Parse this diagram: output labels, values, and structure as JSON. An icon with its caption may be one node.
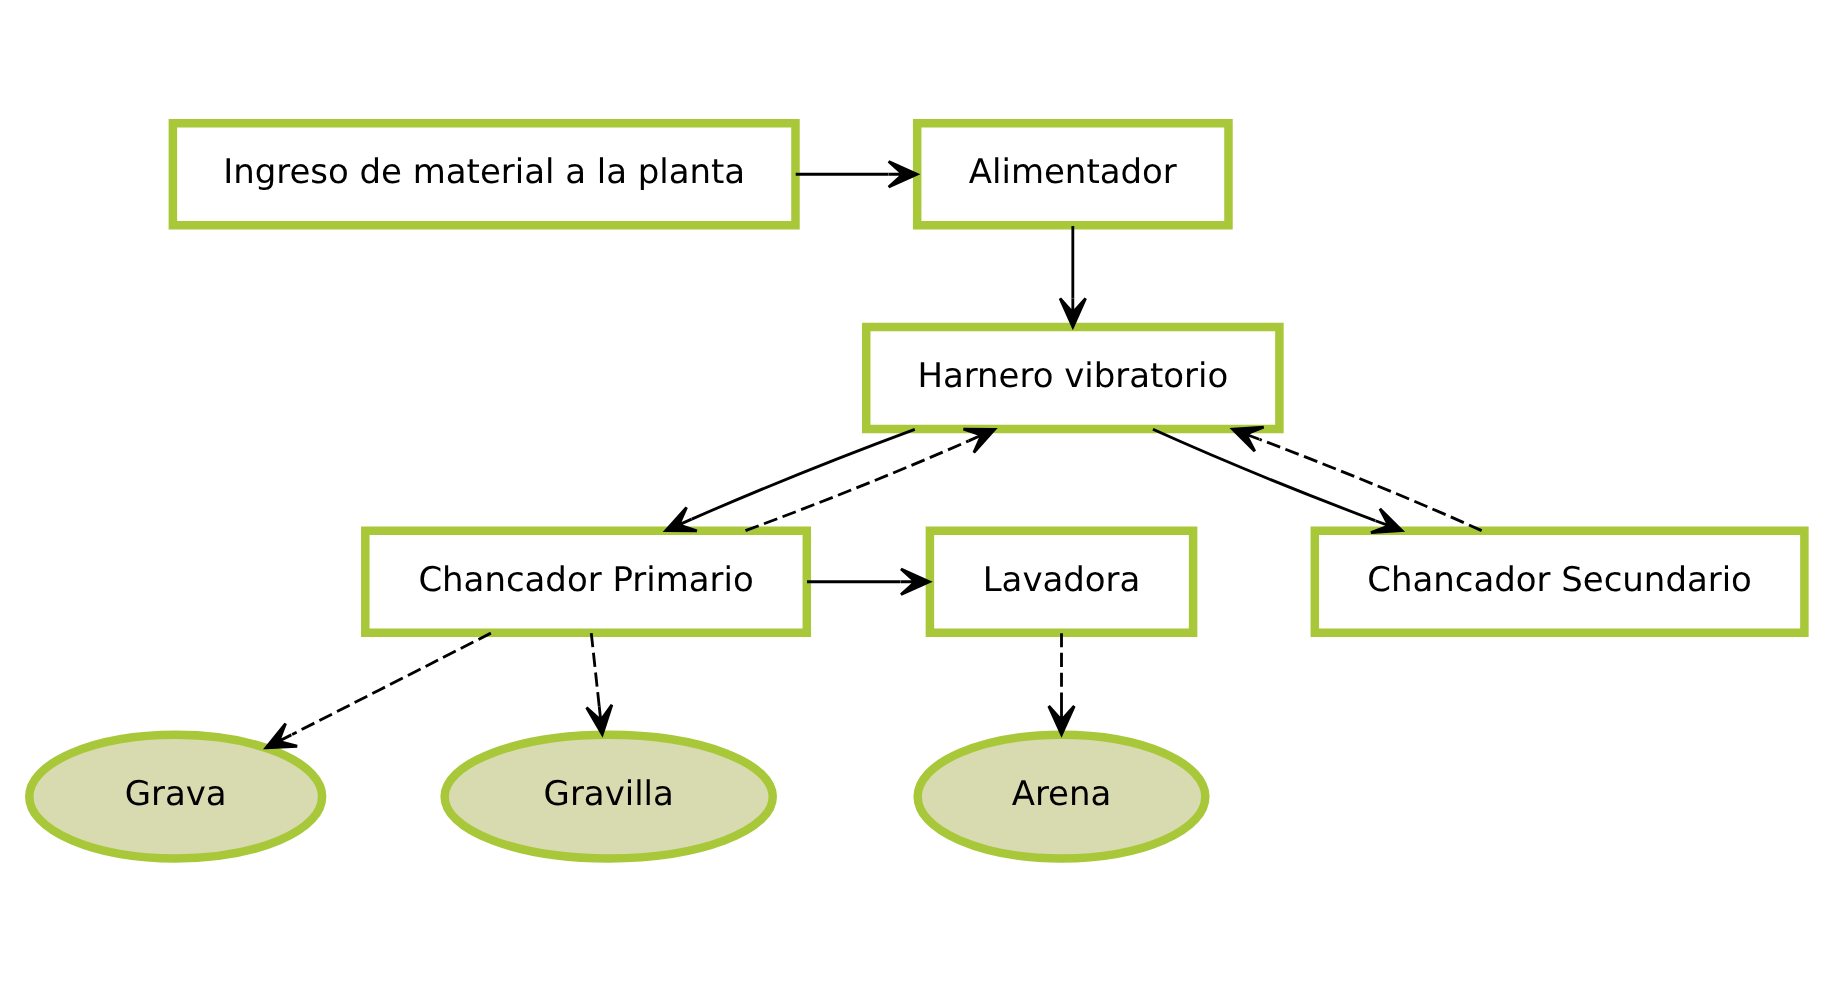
{
  "diagram": {
    "nodes": [
      {
        "text": [
          "Ingreso de material a la planta"
        ]
      },
      {
        "text": [
          "Alimentador"
        ]
      },
      {
        "text": [
          "Harnero vibratorio"
        ]
      },
      {
        "text": [
          "Chancador Primario"
        ]
      },
      {
        "text": [
          "Chancador Secundario"
        ]
      },
      {
        "text": [
          "Lavadora"
        ]
      },
      {
        "text": [
          "Arena"
        ]
      },
      {
        "text": [
          "Grava"
        ]
      },
      {
        "text": [
          "Gravilla"
        ]
      }
    ],
    "edges": [
      {
        "from": 0,
        "to": 1,
        "arrow": "to"
      },
      {
        "from": 1,
        "to": 2,
        "arrow": "to"
      },
      {
        "from": 2,
        "to": 3,
        "arrow": "to"
      },
      {
        "from": 2,
        "to": 4,
        "arrow": "to"
      },
      {
        "from": 3,
        "to": 5,
        "arrow": "to"
      },
      {
        "from": 5,
        "to": 6,
        "arrow": "to",
        "style": "dashed"
      },
      {
        "from": 3,
        "to": 7,
        "arrow": "to",
        "style": "dashed"
      },
      {
        "from": 3,
        "to": 8,
        "arrow": "to",
        "style": "dashed"
      },
      {
        "from": 4,
        "to": 2,
        "arrow": "to",
        "style": "dashed"
      },
      {
        "from": 3,
        "to": 2,
        "arrow": "to",
        "style": "dashed"
      }
    ]
  }
}
